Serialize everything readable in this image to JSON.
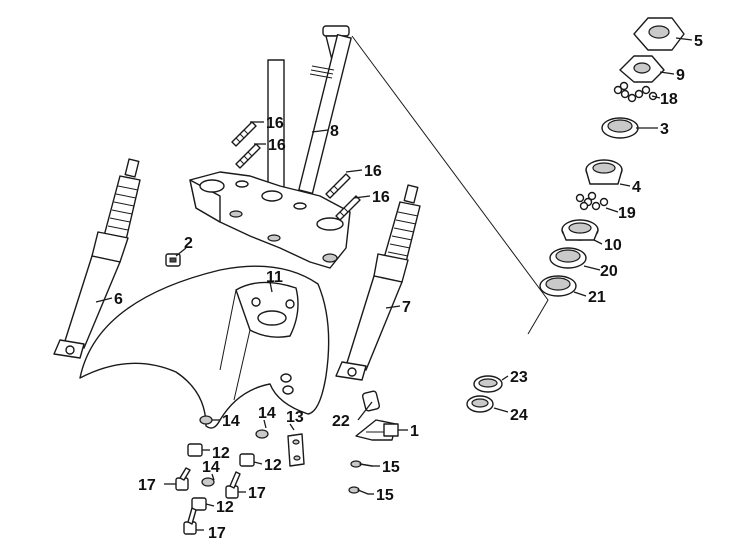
{
  "diagram": {
    "type": "exploded-parts-diagram",
    "colors": {
      "line": "#1a1a1a",
      "background": "#ffffff",
      "shade": "#c9c9c9"
    },
    "callouts": {
      "c1": "1",
      "c2": "2",
      "c3": "3",
      "c4": "4",
      "c5": "5",
      "c6": "6",
      "c7": "7",
      "c8": "8",
      "c9": "9",
      "c10": "10",
      "c11": "11",
      "c12a": "12",
      "c12b": "12",
      "c12c": "12",
      "c13": "13",
      "c14a": "14",
      "c14b": "14",
      "c14c": "14",
      "c15a": "15",
      "c15b": "15",
      "c16a": "16",
      "c16b": "16",
      "c16c": "16",
      "c16d": "16",
      "c17a": "17",
      "c17b": "17",
      "c17c": "17",
      "c18": "18",
      "c19": "19",
      "c20": "20",
      "c21": "21",
      "c22": "22",
      "c23": "23",
      "c24": "24"
    }
  }
}
